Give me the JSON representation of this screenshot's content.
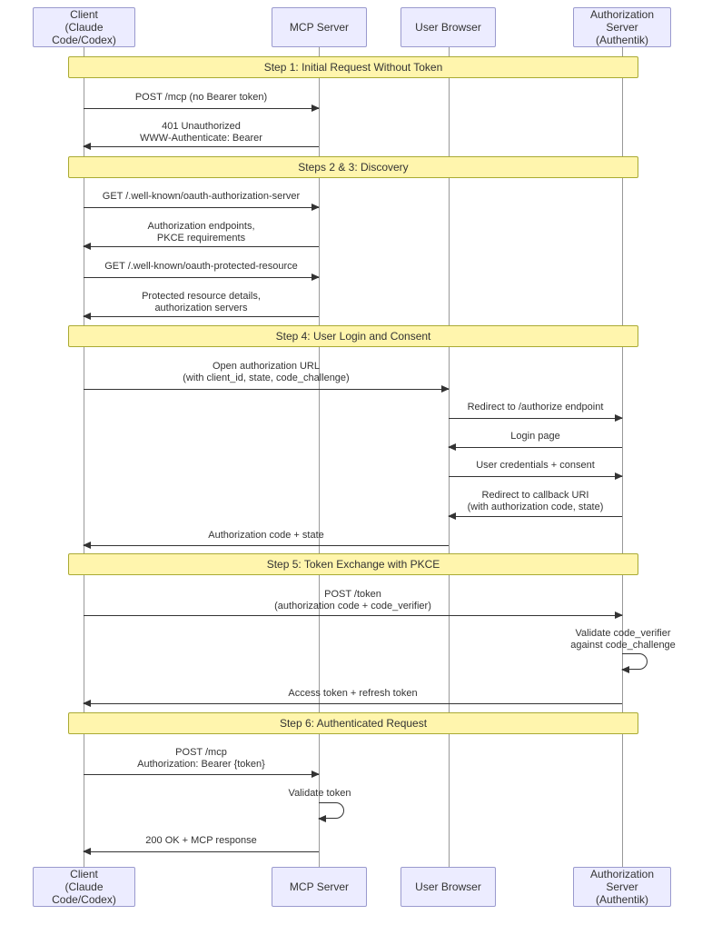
{
  "participants": {
    "client": "Client\n(Claude Code/Codex)",
    "mcp": "MCP Server",
    "browser": "User Browser",
    "auth": "Authorization Server\n(Authentik)"
  },
  "sections": {
    "step1": "Step 1: Initial Request Without Token",
    "steps2_3": "Steps 2 & 3: Discovery",
    "step4": "Step 4: User Login and Consent",
    "step5": "Step 5: Token Exchange with PKCE",
    "step6": "Step 6: Authenticated Request"
  },
  "messages": {
    "m01": "POST /mcp (no Bearer token)",
    "m02": "401 Unauthorized\nWWW-Authenticate: Bearer",
    "m03": "GET /.well-known/oauth-authorization-server",
    "m04": "Authorization endpoints,\nPKCE requirements",
    "m05": "GET /.well-known/oauth-protected-resource",
    "m06": "Protected resource details,\nauthorization servers",
    "m07": "Open authorization URL\n(with client_id, state, code_challenge)",
    "m08": "Redirect to /authorize endpoint",
    "m09": "Login page",
    "m10": "User credentials + consent",
    "m11": "Redirect to callback URI\n(with authorization code, state)",
    "m12": "Authorization code + state",
    "m13": "POST /token\n(authorization code + code_verifier)",
    "m14": "Validate code_verifier\nagainst code_challenge",
    "m15": "Access token + refresh token",
    "m16": "POST /mcp\nAuthorization: Bearer {token}",
    "m17": "Validate token",
    "m18": "200 OK + MCP response"
  },
  "colors": {
    "participant_fill": "#ECECFF",
    "participant_border": "#9A9ACE",
    "section_fill": "#FFF5AD",
    "section_border": "#AAAA33",
    "arrow": "#333333",
    "lifeline": "#999999",
    "text": "#333333"
  }
}
